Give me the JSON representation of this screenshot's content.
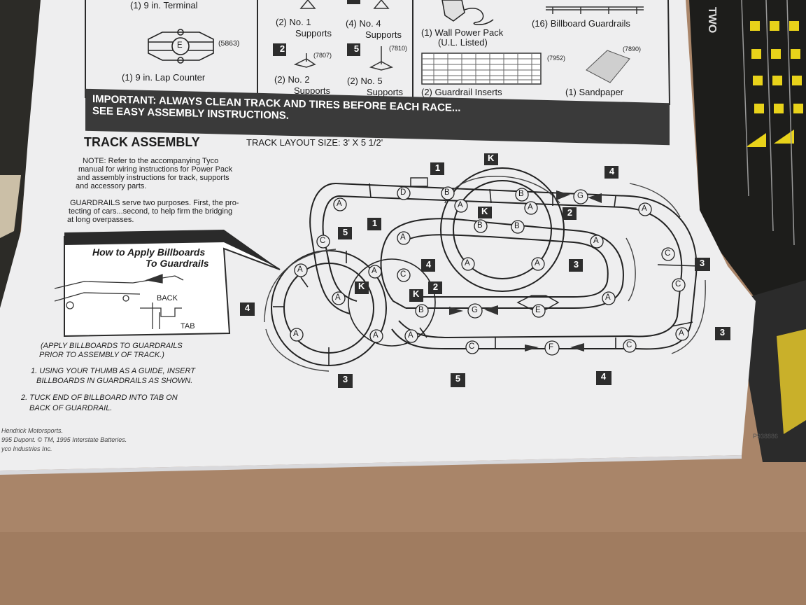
{
  "parts": {
    "terminal": "(1) 9 in. Terminal",
    "lap_counter": "(1) 9 in. Lap Counter",
    "lap_counter_code": "(5863)",
    "no1_supports": [
      "(2)  No. 1",
      "Supports"
    ],
    "no4_supports": [
      "(4)  No. 4",
      "Supports"
    ],
    "no2_supports": [
      "(2)  No. 2",
      "Supports"
    ],
    "no5_supports": [
      "(2)  No. 5",
      "Supports"
    ],
    "code_7807": "(7807)",
    "code_7810": "(7810)",
    "wall_power": [
      "(1)  Wall Power Pack",
      "(U.L. Listed)"
    ],
    "billboard_guardrails": "(16)  Billboard Guardrails",
    "guardrail_inserts": "(2)  Guardrail Inserts",
    "sandpaper": "(1)  Sandpaper",
    "code_7952": "(7952)",
    "code_7890": "(7890)",
    "box_2": "2",
    "box_5": "5"
  },
  "banner": {
    "line1": "IMPORTANT: ALWAYS CLEAN TRACK AND TIRES BEFORE EACH RACE...",
    "line2": "SEE EASY ASSEMBLY INSTRUCTIONS."
  },
  "assembly": {
    "title": "TRACK ASSEMBLY",
    "layout_size": "TRACK LAYOUT SIZE: 3' X 5 1/2'",
    "note": [
      "NOTE:  Refer  to  the  accompanying  Tyco",
      "manual for wiring instructions for Power Pack",
      "and assembly instructions for track, supports",
      "and accessory parts."
    ],
    "guardrails": [
      "GUARDRAILS serve two purposes. First, the pro-",
      "tecting of cars...second, to help firm the bridging",
      "at long overpasses."
    ]
  },
  "billboard_box": {
    "title1": "How to Apply Billboards",
    "title2": "To Guardrails",
    "back": "BACK",
    "tab": "TAB"
  },
  "instructions": {
    "apply": [
      "(APPLY BILLBOARDS TO GUARDRAILS",
      "PRIOR TO ASSEMBLY OF TRACK.)"
    ],
    "step1": [
      "1. USING YOUR THUMB AS A GUIDE, INSERT",
      "BILLBOARDS IN GUARDRAILS AS SHOWN."
    ],
    "step2": [
      "2. TUCK END OF BILLBOARD INTO TAB ON",
      "BACK OF GUARDRAIL."
    ]
  },
  "legal": [
    "Hendrick Motorsports.",
    "995 Dupont.  © TM, 1995 Interstate Batteries.",
    "yco Industries Inc."
  ],
  "part_number": "P938886",
  "box_side_text": "TWO",
  "track_pieces": {
    "A": "A",
    "B": "B",
    "C": "C",
    "D": "D",
    "E": "E",
    "F": "F",
    "G": "G",
    "K": "K"
  },
  "support_numbers": [
    "1",
    "2",
    "3",
    "4",
    "5"
  ]
}
